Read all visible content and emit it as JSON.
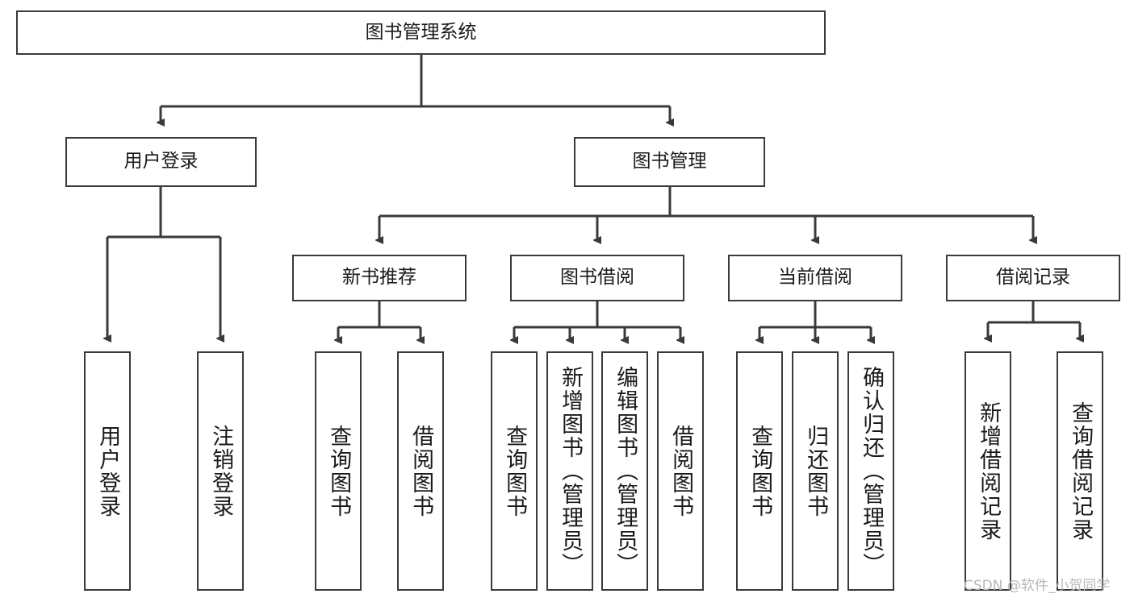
{
  "diagram": {
    "type": "tree-hierarchy",
    "title_node": "图书管理系统",
    "watermark": "CSDN @软件_小贺同学",
    "colors": {
      "box_border": "#3a3a3a",
      "box_fill": "#ffffff",
      "connector": "#3a3a3a",
      "text": "#1a1a1a",
      "watermark": "#b8b8b8",
      "background": "#ffffff"
    },
    "nodes": {
      "root": {
        "label": "图书管理系统"
      },
      "level1": [
        {
          "label": "用户登录"
        },
        {
          "label": "图书管理"
        }
      ],
      "level2": [
        {
          "label": "新书推荐"
        },
        {
          "label": "图书借阅"
        },
        {
          "label": "当前借阅"
        },
        {
          "label": "借阅记录"
        }
      ],
      "leaves": {
        "user_login": [
          {
            "label": "用户登录"
          },
          {
            "label": "注销登录"
          }
        ],
        "new_book_recommend": [
          {
            "label": "查询图书"
          },
          {
            "label": "借阅图书"
          }
        ],
        "book_borrow": [
          {
            "label": "查询图书"
          },
          {
            "label": "新增图书（管理员）"
          },
          {
            "label": "编辑图书（管理员）"
          },
          {
            "label": "借阅图书"
          }
        ],
        "current_borrow": [
          {
            "label": "查询图书"
          },
          {
            "label": "归还图书"
          },
          {
            "label": "确认归还（管理员）"
          }
        ],
        "borrow_record": [
          {
            "label": "新增借阅记录"
          },
          {
            "label": "查询借阅记录"
          }
        ]
      }
    }
  }
}
